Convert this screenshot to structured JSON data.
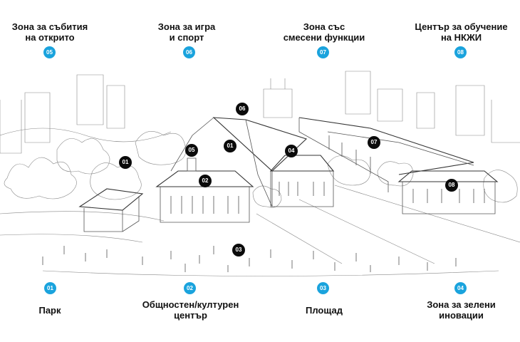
{
  "colors": {
    "badge": "#1aa3dd",
    "marker": "#0b0b0b",
    "background": "#ffffff"
  },
  "top_legend": [
    {
      "num": "05",
      "label": "Зона за събития\nна открито"
    },
    {
      "num": "06",
      "label": "Зона за игра\nи спорт"
    },
    {
      "num": "07",
      "label": "Зона със\nсмесени функции"
    },
    {
      "num": "08",
      "label": "Център за обучение\nна НКЖИ"
    }
  ],
  "bottom_legend": [
    {
      "num": "01",
      "label": "Парк"
    },
    {
      "num": "02",
      "label": "Общностен/културен\nцентър"
    },
    {
      "num": "03",
      "label": "Площад"
    },
    {
      "num": "04",
      "label": "Зона за зелени\nиновации"
    }
  ],
  "markers": [
    "01",
    "02",
    "03",
    "04",
    "05",
    "06",
    "07",
    "08",
    "01"
  ]
}
